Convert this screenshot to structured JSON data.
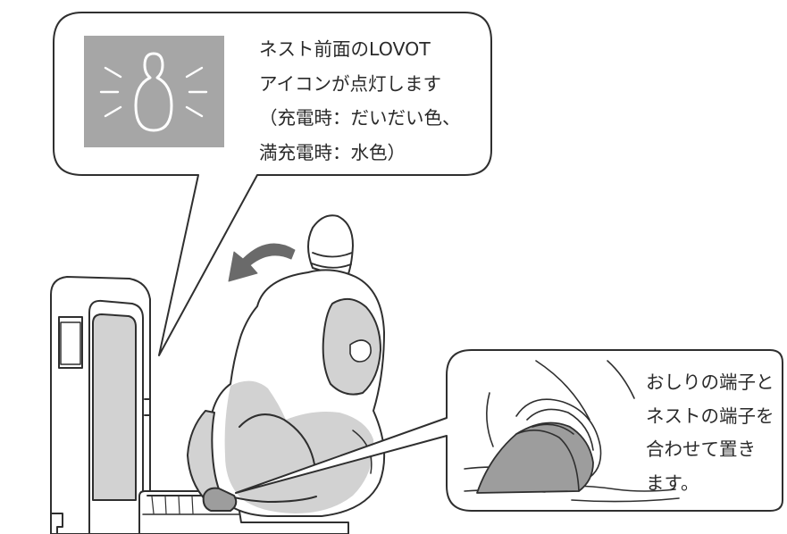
{
  "callout_top": {
    "lines": [
      "ネスト前面のLOVOT",
      "アイコンが点灯します",
      "（充電時：だいだい色、",
      "満充電時：水色）"
    ],
    "icon": "lovot-icon-lit"
  },
  "callout_bottom": {
    "lines": [
      "おしりの端子と",
      "ネストの端子を",
      "合わせて置き",
      "ます。"
    ]
  },
  "icons": {
    "rotate_arrow": "curved-arrow-left-icon",
    "robot": "lovot-robot-illustration",
    "nest": "nest-charging-station-illustration",
    "terminal": "rear-terminal-closeup-illustration"
  },
  "colors": {
    "line": "#2f2f2f",
    "gray_fill": "#d2d2d2",
    "dark_gray_fill": "#9d9d9d",
    "icon_bg": "#a6a6a6",
    "arrow": "#6a6a6a",
    "white": "#ffffff"
  }
}
